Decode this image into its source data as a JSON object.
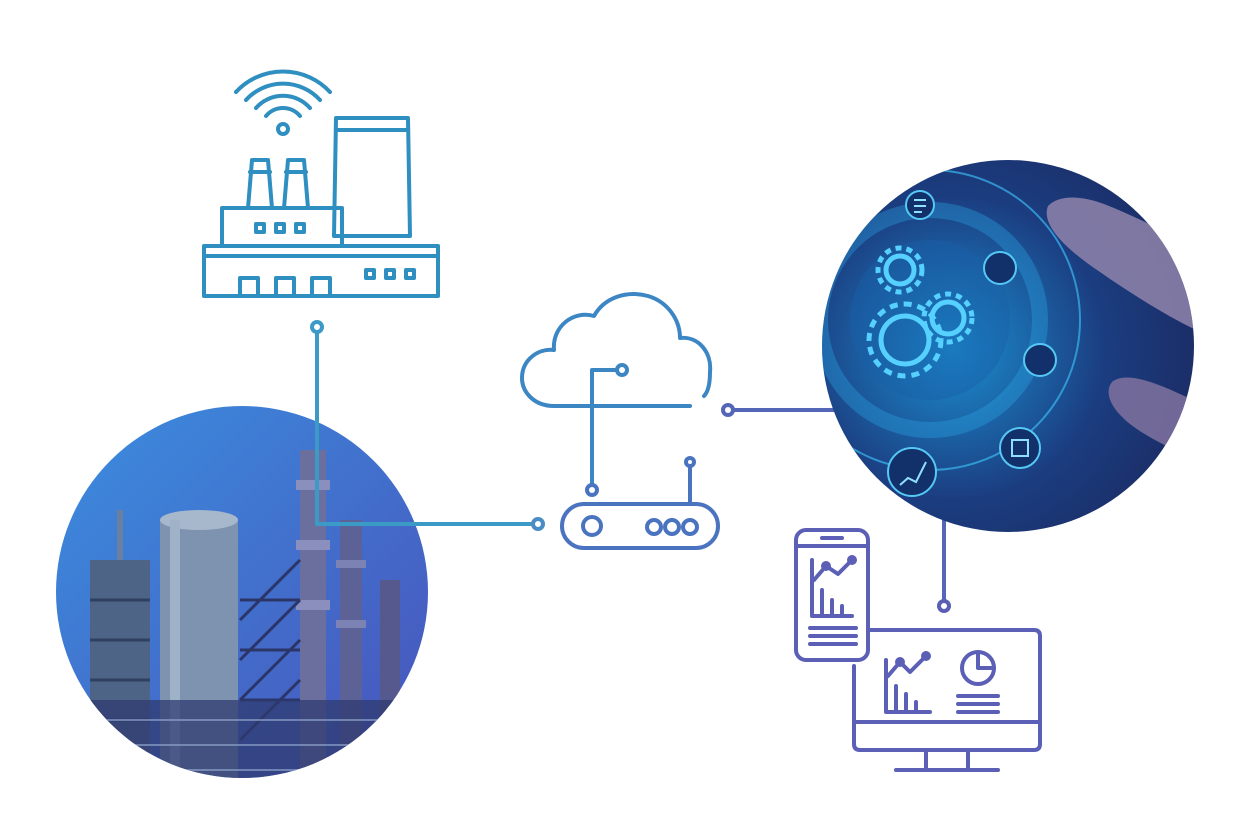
{
  "diagram": {
    "nodes": [
      {
        "id": "factory",
        "icon": "smart-factory-wifi-icon"
      },
      {
        "id": "plant-photo",
        "icon": "industrial-plant-photo"
      },
      {
        "id": "cloud",
        "icon": "cloud-icon"
      },
      {
        "id": "router",
        "icon": "router-gateway-icon"
      },
      {
        "id": "automation-photo",
        "icon": "hand-touching-gears-photo"
      },
      {
        "id": "devices",
        "icon": "phone-and-monitor-dashboard-icon"
      }
    ],
    "connections": [
      {
        "from": "factory",
        "to": "router"
      },
      {
        "from": "cloud",
        "to": "router"
      },
      {
        "from": "cloud",
        "to": "devices"
      }
    ]
  },
  "colors": {
    "teal": "#2e8fc0",
    "blue": "#3d79c4",
    "violet": "#5b5fb5",
    "photo_blue": "#2f7fd0",
    "photo_navy": "#1b2a63"
  }
}
